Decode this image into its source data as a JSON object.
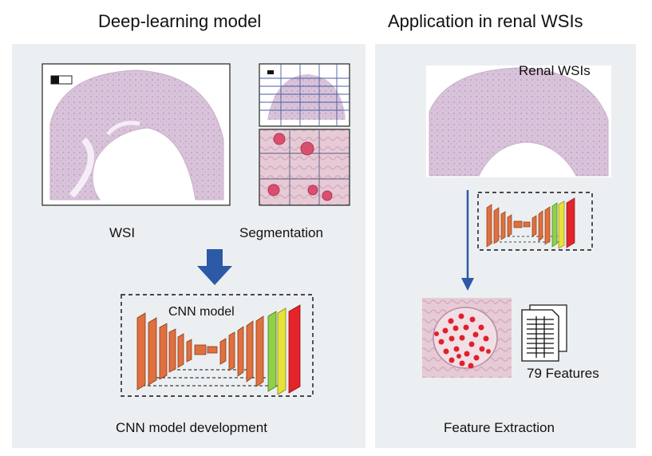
{
  "left": {
    "title": "Deep-learning model",
    "wsi_label": "WSI",
    "segmentation_label": "Segmentation",
    "cnn_box_label": "CNN model",
    "bottom_label": "CNN model development"
  },
  "right": {
    "title": "Application in renal WSIs",
    "renal_wsi_label": "Renal WSIs",
    "features_label": "79 Features",
    "bottom_label": "Feature Extraction"
  },
  "colors": {
    "panel": "#eceff1",
    "tissue": "#d9c3da",
    "cnn_layer": "#e0703f",
    "arrow_blue": "#2d5aa6",
    "yellow": "#e7e23a",
    "green": "#8fd14a",
    "red": "#e3242b"
  }
}
